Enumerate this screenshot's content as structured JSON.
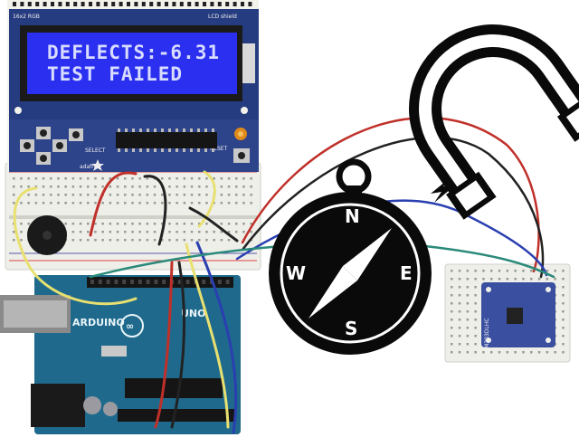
{
  "lcd": {
    "line1": "DEFLECTS:-6.31",
    "line2": "TEST FAILED",
    "backlight_color": "#2a2ff0",
    "text_color": "#d8dcff"
  },
  "lcd_shield": {
    "pcb_color": "#263c80",
    "silkscreen_select": "SELECT",
    "silkscreen_reset": "RESET",
    "silkscreen_brand": "adafruit"
  },
  "arduino": {
    "board_color": "#1f6a8c",
    "label": "UNO",
    "brand": "ARDUINO"
  },
  "sensor": {
    "board_color": "#3a4fa0",
    "label": "LSM303DLHC"
  },
  "compass": {
    "north": "N",
    "south": "S",
    "east": "E",
    "west": "W"
  },
  "icons": [
    "horseshoe-magnet-icon",
    "lightning-bolt-icon",
    "compass-icon",
    "piezo-buzzer"
  ],
  "wire_colors": {
    "red": "#c0302a",
    "black": "#222222",
    "blue": "#2a3fb0",
    "teal": "#2a8a7a",
    "yellow": "#e8e070"
  }
}
